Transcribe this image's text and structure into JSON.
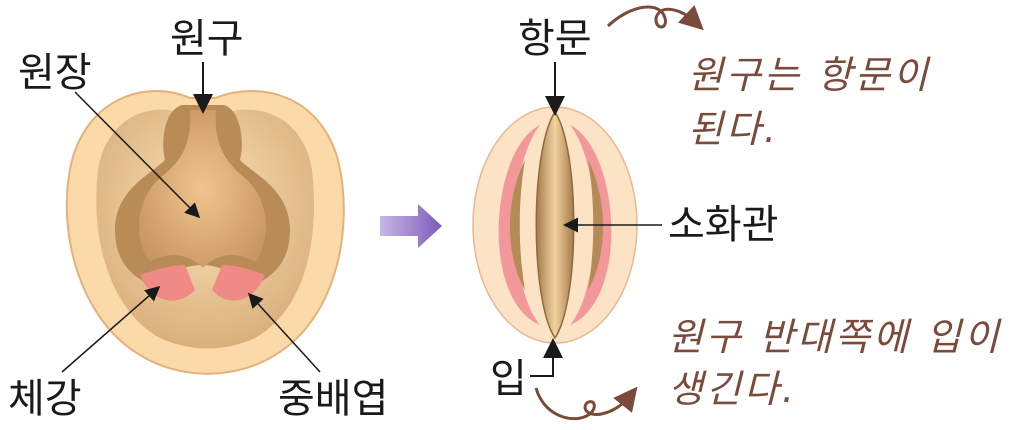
{
  "left_diagram": {
    "labels": {
      "blastopore": "원구",
      "archenteron": "원장",
      "coelom": "체강",
      "mesoderm": "중배엽"
    }
  },
  "right_diagram": {
    "labels": {
      "anus": "항문",
      "digestive_tract": "소화관",
      "mouth": "입"
    }
  },
  "notes": {
    "top_line1": "원구는 항문이",
    "top_line2": "된다.",
    "bottom_line1": "원구 반대쪽에 입이",
    "bottom_line2": "생긴다."
  },
  "colors": {
    "ectoderm": "#fcd9a8",
    "endoderm": "#c39a66",
    "mesoderm": "#f08080",
    "cavity": "#e2b27c",
    "arrow": "#8a6cc0",
    "note": "#7a4a3a"
  }
}
